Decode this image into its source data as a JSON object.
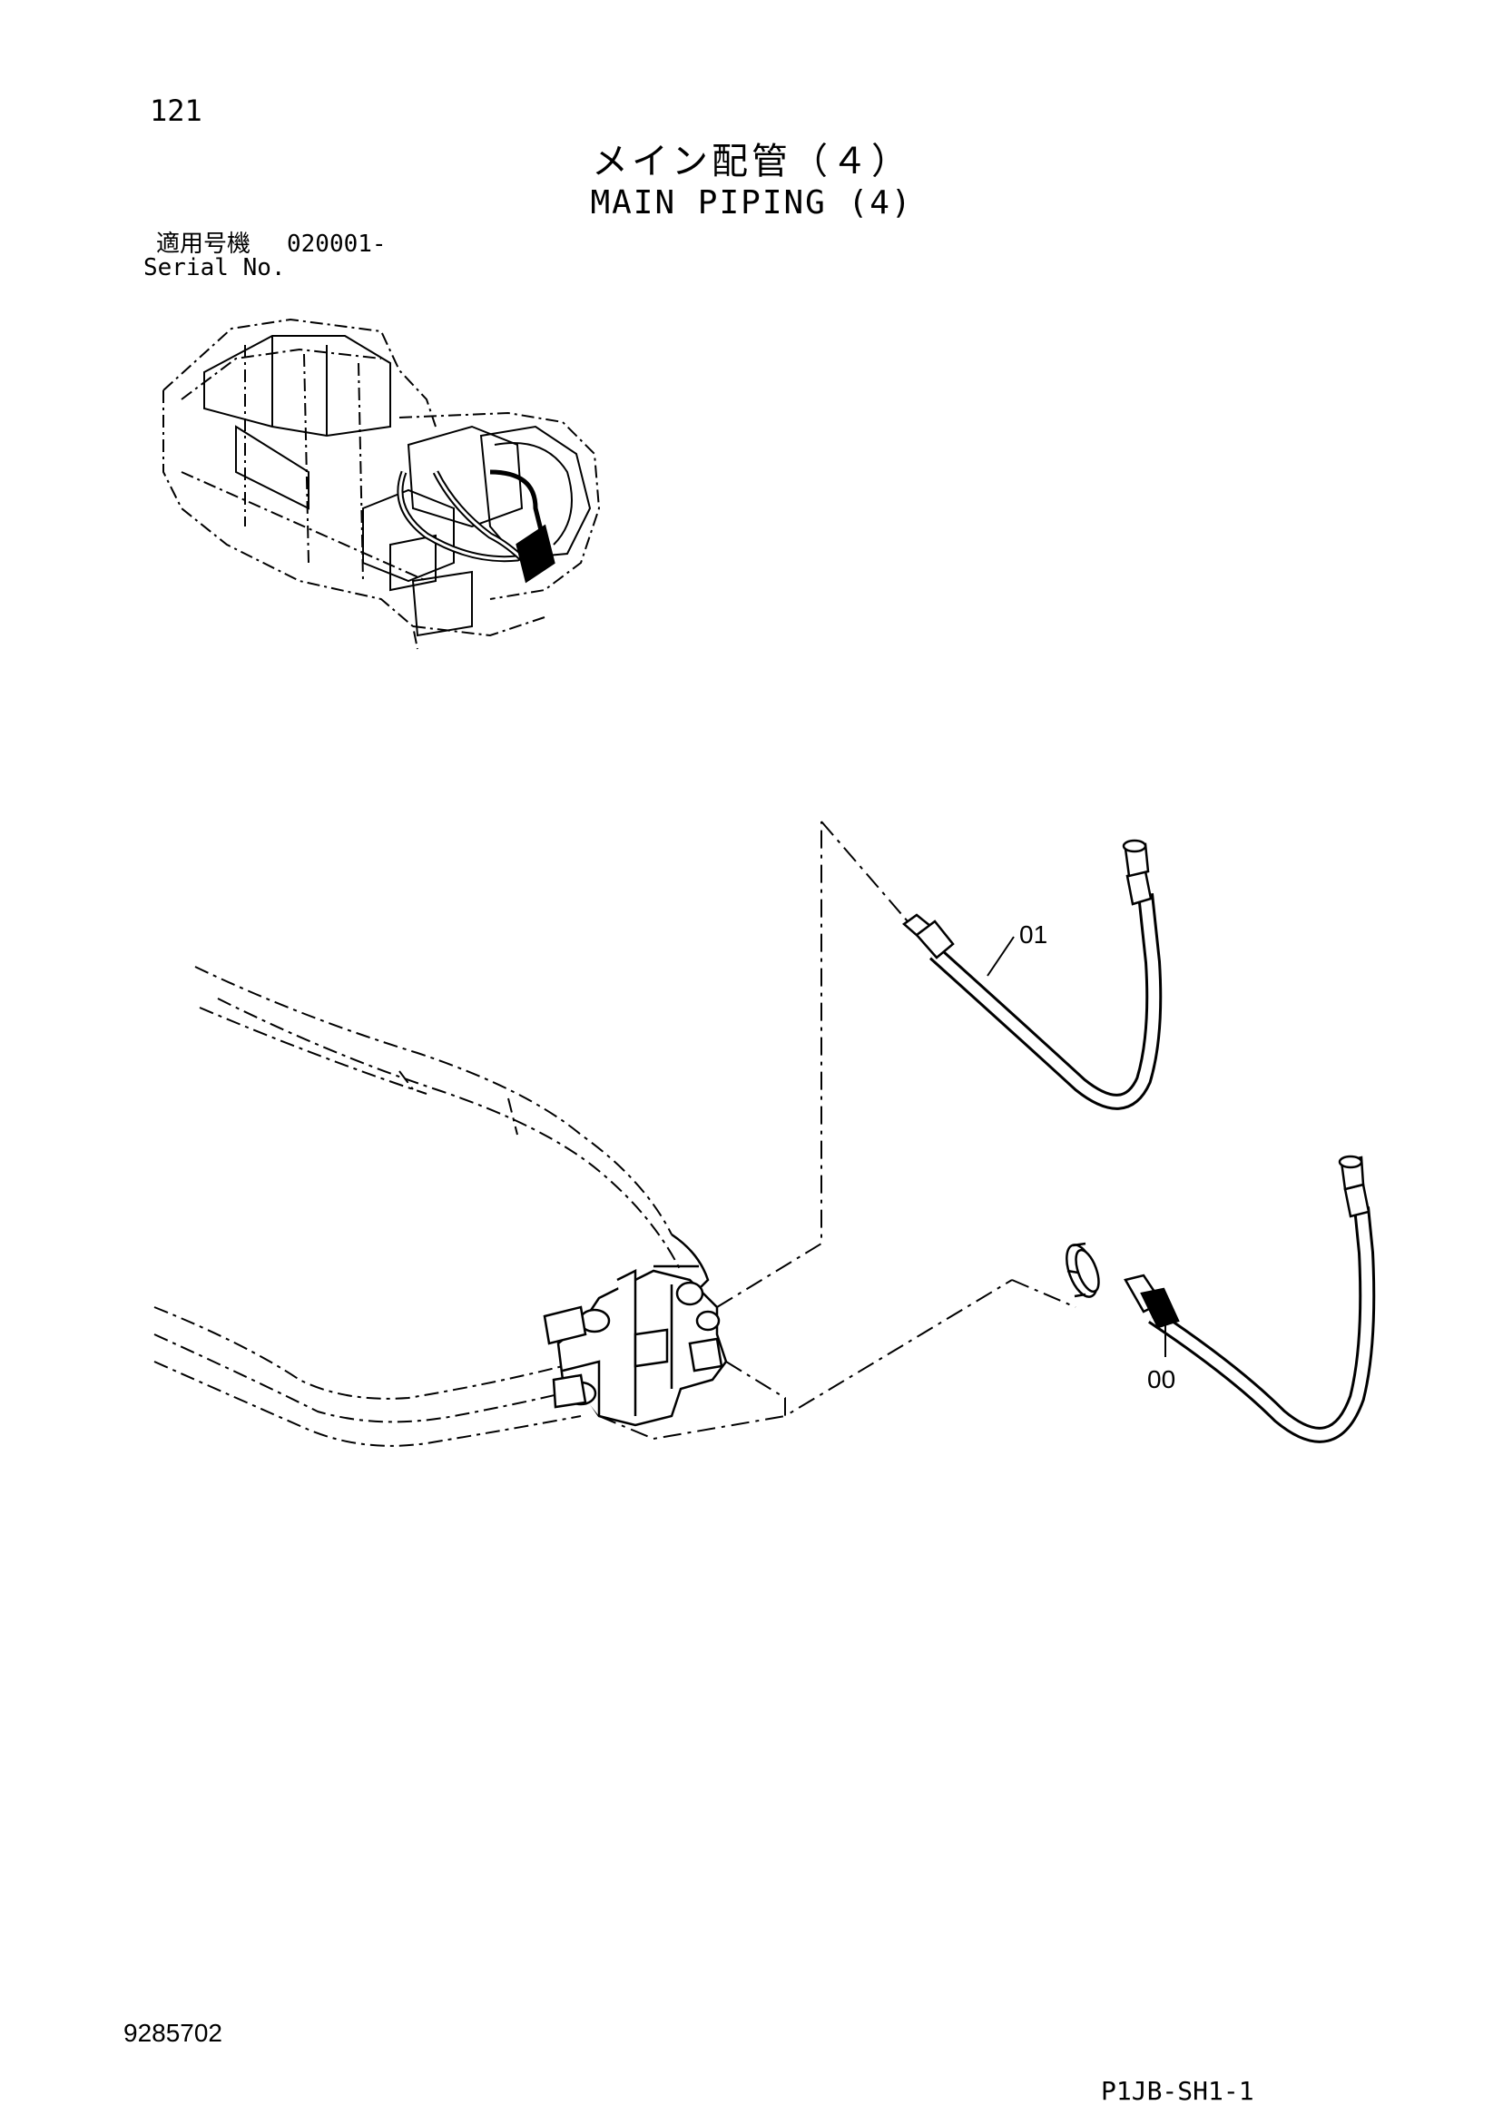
{
  "header": {
    "page_number": "121",
    "title_jp": "メイン配管（４）",
    "title_en": "MAIN PIPING (4)"
  },
  "serial": {
    "label_jp": "適用号機",
    "value": "020001-",
    "label_en": "Serial No."
  },
  "callouts": {
    "part_01": "01",
    "part_00": "00"
  },
  "footer": {
    "doc_number": "9285702",
    "sheet_code": "P1JB-SH1-1"
  }
}
